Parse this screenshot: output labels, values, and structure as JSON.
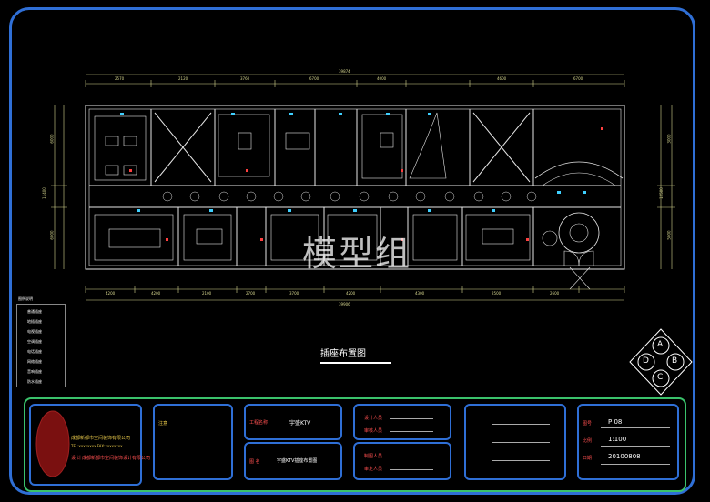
{
  "drawing": {
    "watermark": "模型组",
    "title": "插座布置图",
    "overall_dim_top": "39874",
    "overall_dim_bottom": "39906",
    "top_dims": [
      "2570",
      "2120",
      "3760",
      "6700",
      "4000",
      "4600",
      "6700"
    ],
    "bottom_dims": [
      "4200",
      "4200",
      "2100",
      "2700",
      "3700",
      "4200",
      "4300",
      "2500",
      "2600"
    ],
    "left_dims": [
      "6000",
      "11400",
      "6000"
    ],
    "right_dims": [
      "3000",
      "12500",
      "5000"
    ]
  },
  "legend": {
    "title": "图例说明",
    "rows": [
      "普通插座",
      "地插插座",
      "电视插座",
      "空调插座",
      "电话插座",
      "网络插座",
      "音响插座",
      "防水插座"
    ]
  },
  "compass": {
    "letters": [
      "A",
      "B",
      "C",
      "D"
    ]
  },
  "title_block": {
    "company_line1": "成都新都市空间装饰有限公司",
    "company_line2": "TEL:xxxxxxxx  FAX:xxxxxxxx",
    "design_label": "设  计",
    "design_value": "成都新都市空间装饰设计有限公司",
    "note_label": "注意",
    "project_label": "工程名称",
    "project_value": "宇盛KTV",
    "drawing_label": "图  名",
    "drawing_value": "宇盛KTV插座布置图",
    "design_person_label": "设计人员",
    "check_label": "审核人员",
    "draw_label": "制图人员",
    "approve_label": "审定人员",
    "number_label": "图号",
    "number_value": "P 08",
    "scale_label": "比例",
    "scale_value": "1:100",
    "date_label": "日期",
    "date_value": "20100808"
  },
  "colors": {
    "frame": "#2f6fd6",
    "strip": "#3ac26b",
    "linework": "#e6e6e6",
    "dimension": "#d8d890"
  }
}
